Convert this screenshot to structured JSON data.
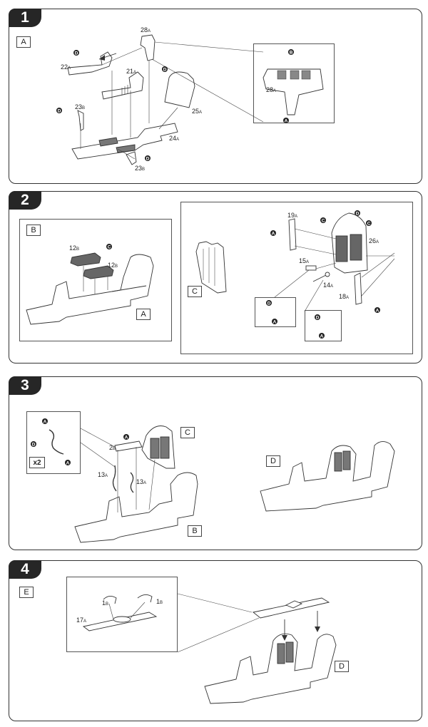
{
  "steps": [
    {
      "number": "1",
      "assembly_label": "A"
    },
    {
      "number": "2",
      "assembly_label": "B",
      "sub_labels": [
        "A",
        "C"
      ]
    },
    {
      "number": "3",
      "sub_labels": [
        "C",
        "B",
        "D"
      ],
      "quantity": "x2"
    },
    {
      "number": "4",
      "assembly_label": "E",
      "sub_labels": [
        "D"
      ]
    }
  ],
  "parts": {
    "p22": {
      "num": "22",
      "sprue": "A"
    },
    "p28": {
      "num": "28",
      "sprue": "A"
    },
    "p21": {
      "num": "21",
      "sprue": "A"
    },
    "p25": {
      "num": "25",
      "sprue": "A"
    },
    "p23b_top": {
      "num": "23",
      "sprue": "B"
    },
    "p24": {
      "num": "24",
      "sprue": "A"
    },
    "p23b_bot": {
      "num": "23",
      "sprue": "B"
    },
    "p28_inset": {
      "num": "28",
      "sprue": "A"
    },
    "p12_top": {
      "num": "12",
      "sprue": "B"
    },
    "p12_bot": {
      "num": "12",
      "sprue": "B"
    },
    "p19": {
      "num": "19",
      "sprue": "A"
    },
    "p26": {
      "num": "26",
      "sprue": "A"
    },
    "p15": {
      "num": "15",
      "sprue": "A"
    },
    "p14": {
      "num": "14",
      "sprue": "A"
    },
    "p18": {
      "num": "18",
      "sprue": "A"
    },
    "p2": {
      "num": "2",
      "sprue": "B"
    },
    "p13_left": {
      "num": "13",
      "sprue": "A"
    },
    "p13_right": {
      "num": "13",
      "sprue": "A"
    },
    "p1_left": {
      "num": "1",
      "sprue": "B"
    },
    "p1_right": {
      "num": "1",
      "sprue": "B"
    },
    "p17": {
      "num": "17",
      "sprue": "A"
    }
  },
  "point_markers": [
    "A",
    "B",
    "C",
    "D"
  ],
  "colors": {
    "border": "#333333",
    "tab": "#262626",
    "part_fill": "#ffffff",
    "part_dark": "#555555"
  }
}
